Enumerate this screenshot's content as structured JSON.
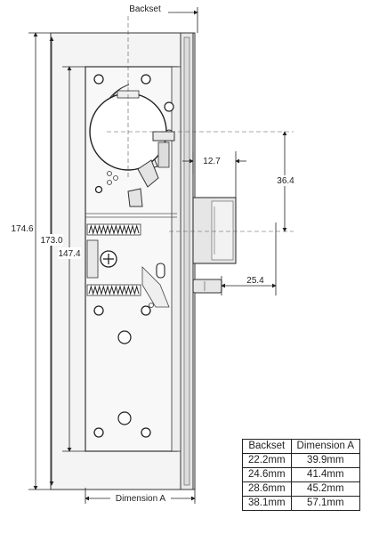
{
  "dimensions": {
    "backset": "Backset",
    "dimension_a": "Dimension A",
    "overall_height": "174.6",
    "faceplate_height": "173.0",
    "case_height": "147.4",
    "latch_offset": "12.7",
    "latch_height": "36.4",
    "deadlatch_offset": "25.4"
  },
  "table": {
    "headers": [
      "Backset",
      "Dimension A"
    ],
    "rows": [
      [
        "22.2mm",
        "39.9mm"
      ],
      [
        "24.6mm",
        "41.4mm"
      ],
      [
        "28.6mm",
        "45.2mm"
      ],
      [
        "38.1mm",
        "57.1mm"
      ]
    ]
  }
}
